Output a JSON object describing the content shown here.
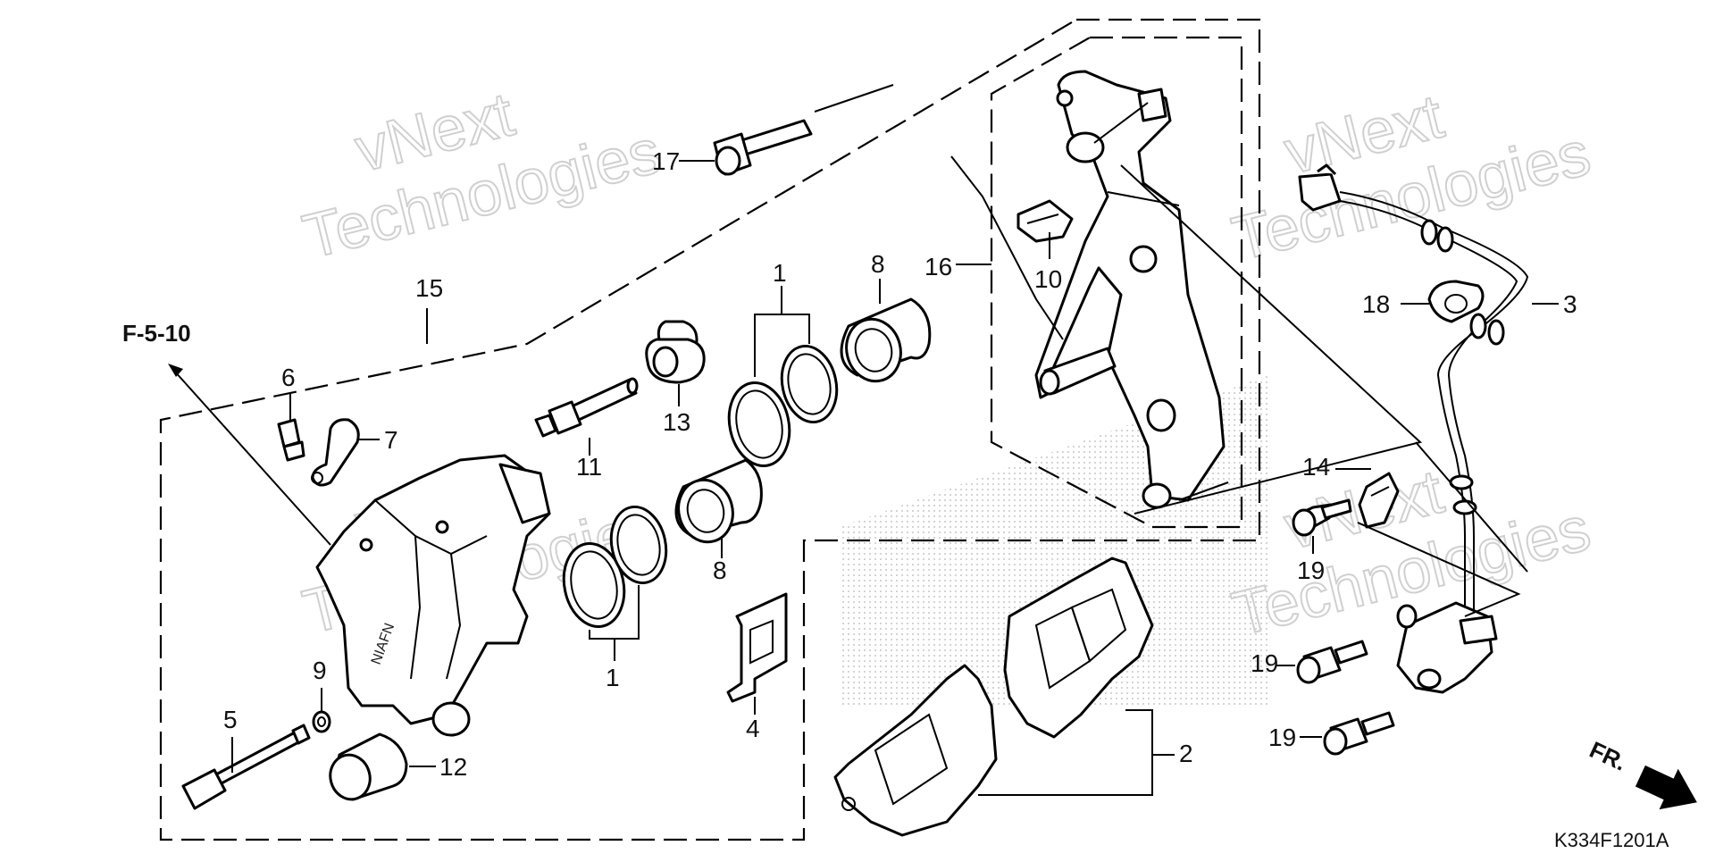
{
  "diagram_code": "K334F1201A",
  "reference_label": "F-5-10",
  "direction_label": "FR.",
  "watermark": {
    "line1": "vNext",
    "line2": "Technologies"
  },
  "callouts": {
    "c1a": "1",
    "c1b": "1",
    "c2": "2",
    "c3": "3",
    "c4": "4",
    "c5": "5",
    "c6": "6",
    "c7": "7",
    "c8a": "8",
    "c8b": "8",
    "c9": "9",
    "c10": "10",
    "c11": "11",
    "c12": "12",
    "c13": "13",
    "c14": "14",
    "c15": "15",
    "c16": "16",
    "c17": "17",
    "c18": "18",
    "c19a": "19",
    "c19b": "19",
    "c19c": "19"
  }
}
